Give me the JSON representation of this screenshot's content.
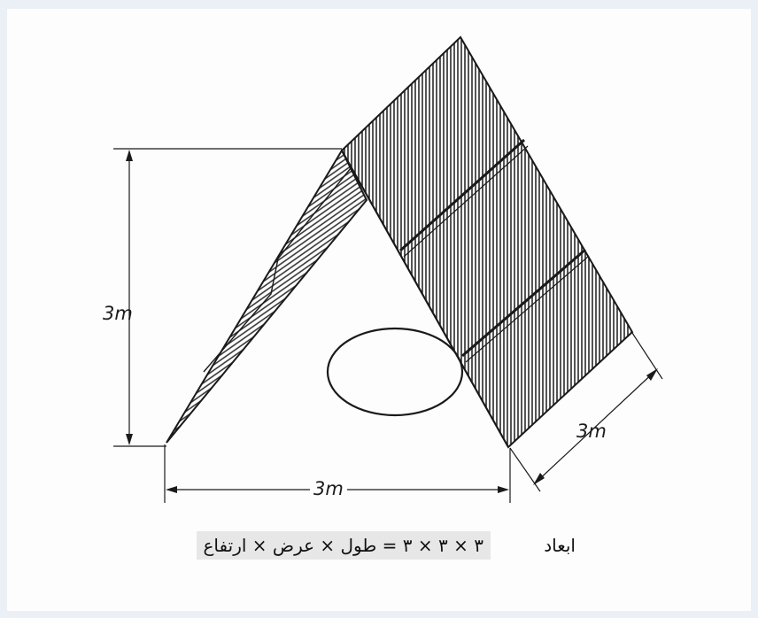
{
  "dimensions": {
    "height_label": "3m",
    "width_label": "3m",
    "length_label": "3m"
  },
  "caption": {
    "word": "ابعاد",
    "formula": "۳ × ۳ × ۳ = طول × عرض × ارتفاع"
  }
}
